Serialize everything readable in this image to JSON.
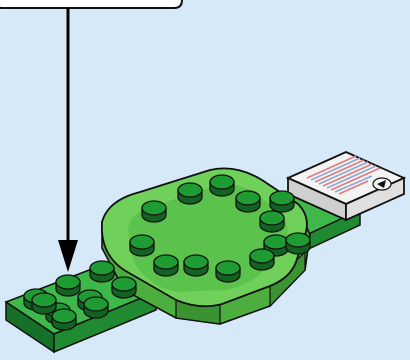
{
  "colors": {
    "background": "#d6e9f8",
    "callout_box": "#ffffff",
    "outline": "#111111",
    "arrow": "#000000",
    "plate_light": "#3fb84a",
    "plate_dark": "#1f8a2f",
    "plate_side": "#177028",
    "stud_top": "#1f9b34",
    "stud_side": "#126322",
    "base_top": "#6fd05a",
    "base_side": "#4cae3f",
    "base_dark": "#3a9230",
    "sensor_body": "#f3f3f3",
    "sensor_side": "#cfcfcf",
    "sensor_stripe_red": "#e07b7b",
    "sensor_stripe_blue": "#8fa6d6"
  },
  "icons": {
    "arrow": "down-arrow-icon",
    "sensor_logo": "sensor-logo-icon"
  },
  "parts": [
    "callout-box",
    "pointer-arrow",
    "left-plate-2x4",
    "right-plate-2x4",
    "round-base-plate",
    "sensor-tile"
  ]
}
